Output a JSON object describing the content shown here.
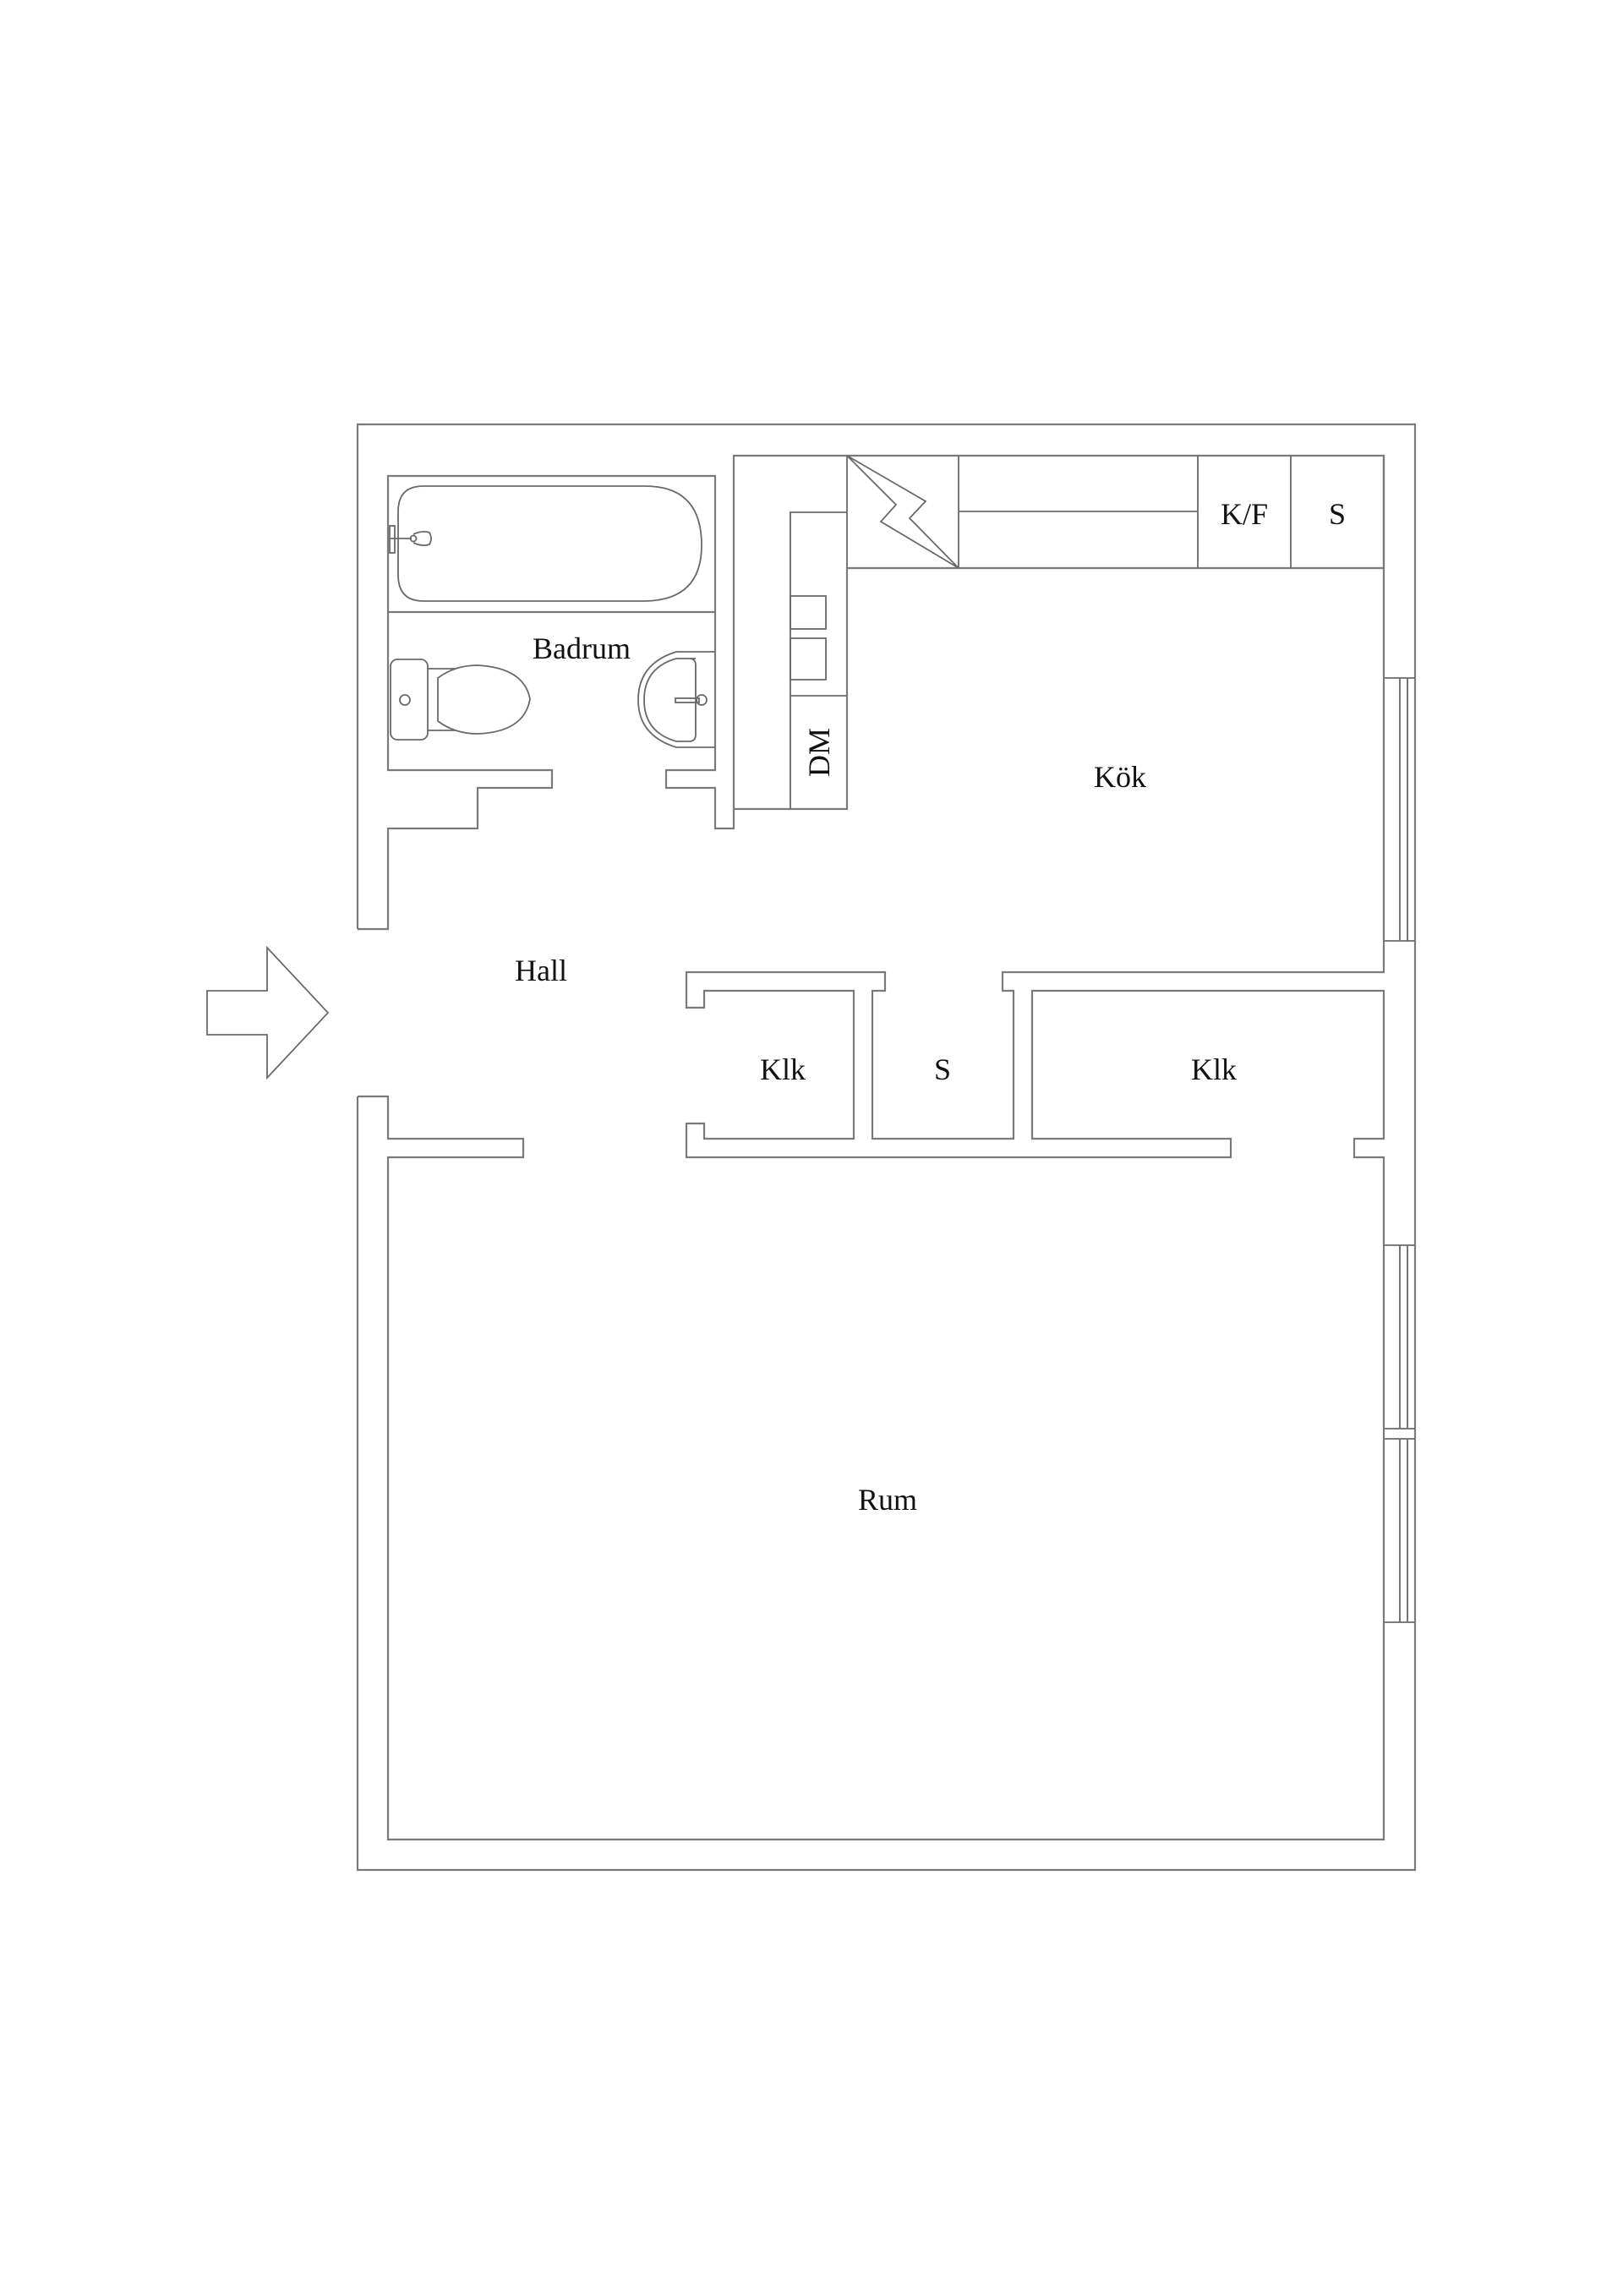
{
  "plan": {
    "colors": {
      "line": "#7a7a7a",
      "text": "#111111",
      "background": "#ffffff"
    },
    "rooms": {
      "badrum": "Badrum",
      "kok": "Kök",
      "hall": "Hall",
      "klk_left": "Klk",
      "s_closet": "S",
      "klk_right": "Klk",
      "rum": "Rum"
    },
    "fixtures": {
      "dishwasher": "DM",
      "fridge_freezer": "K/F",
      "kitchen_cabinet": "S"
    },
    "icons": {
      "entrance": "entrance-arrow-icon",
      "stove": "stove-zigzag-icon",
      "bathtub": "bathtub-icon",
      "toilet": "toilet-icon",
      "sink": "sink-icon"
    }
  }
}
